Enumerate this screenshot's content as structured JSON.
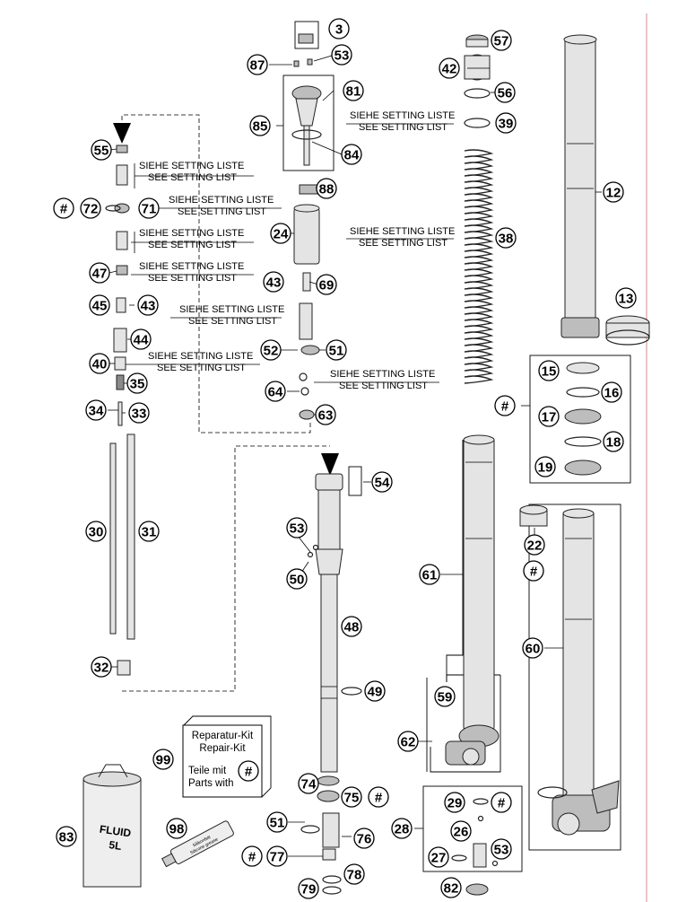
{
  "setting_note": {
    "de": "SIEHE SETTING LISTE",
    "en": "SEE SETTING LIST"
  },
  "hash_symbol": "#",
  "callouts": [
    {
      "id": "c3",
      "label": "3"
    },
    {
      "id": "c87",
      "label": "87"
    },
    {
      "id": "c53a",
      "label": "53"
    },
    {
      "id": "c81",
      "label": "81"
    },
    {
      "id": "c85",
      "label": "85"
    },
    {
      "id": "c84",
      "label": "84"
    },
    {
      "id": "c57",
      "label": "57"
    },
    {
      "id": "c42",
      "label": "42"
    },
    {
      "id": "c56",
      "label": "56"
    },
    {
      "id": "c39",
      "label": "39"
    },
    {
      "id": "c12",
      "label": "12"
    },
    {
      "id": "c55",
      "label": "55"
    },
    {
      "id": "c88",
      "label": "88"
    },
    {
      "id": "c72",
      "label": "72"
    },
    {
      "id": "c71",
      "label": "71"
    },
    {
      "id": "c24",
      "label": "24"
    },
    {
      "id": "c38",
      "label": "38"
    },
    {
      "id": "c47",
      "label": "47"
    },
    {
      "id": "c43a",
      "label": "43"
    },
    {
      "id": "c69",
      "label": "69"
    },
    {
      "id": "c45",
      "label": "45"
    },
    {
      "id": "c43b",
      "label": "43"
    },
    {
      "id": "c13",
      "label": "13"
    },
    {
      "id": "c44",
      "label": "44"
    },
    {
      "id": "c52",
      "label": "52"
    },
    {
      "id": "c51a",
      "label": "51"
    },
    {
      "id": "c40",
      "label": "40"
    },
    {
      "id": "c35",
      "label": "35"
    },
    {
      "id": "c15",
      "label": "15"
    },
    {
      "id": "c16",
      "label": "16"
    },
    {
      "id": "c64",
      "label": "64"
    },
    {
      "id": "c17",
      "label": "17"
    },
    {
      "id": "c34",
      "label": "34"
    },
    {
      "id": "c33",
      "label": "33"
    },
    {
      "id": "c63",
      "label": "63"
    },
    {
      "id": "c18",
      "label": "18"
    },
    {
      "id": "c19",
      "label": "19"
    },
    {
      "id": "c54",
      "label": "54"
    },
    {
      "id": "c22",
      "label": "22"
    },
    {
      "id": "c30",
      "label": "30"
    },
    {
      "id": "c31",
      "label": "31"
    },
    {
      "id": "c53b",
      "label": "53"
    },
    {
      "id": "c61",
      "label": "61"
    },
    {
      "id": "c50",
      "label": "50"
    },
    {
      "id": "c48",
      "label": "48"
    },
    {
      "id": "c60",
      "label": "60"
    },
    {
      "id": "c32",
      "label": "32"
    },
    {
      "id": "c49",
      "label": "49"
    },
    {
      "id": "c59",
      "label": "59"
    },
    {
      "id": "c62",
      "label": "62"
    },
    {
      "id": "c99",
      "label": "99"
    },
    {
      "id": "c74",
      "label": "74"
    },
    {
      "id": "c75",
      "label": "75"
    },
    {
      "id": "c29",
      "label": "29"
    },
    {
      "id": "c28",
      "label": "28"
    },
    {
      "id": "c51b",
      "label": "51"
    },
    {
      "id": "c76",
      "label": "76"
    },
    {
      "id": "c26",
      "label": "26"
    },
    {
      "id": "c83",
      "label": "83"
    },
    {
      "id": "c98",
      "label": "98"
    },
    {
      "id": "c77",
      "label": "77"
    },
    {
      "id": "c27",
      "label": "27"
    },
    {
      "id": "c53c",
      "label": "53"
    },
    {
      "id": "c78",
      "label": "78"
    },
    {
      "id": "c79",
      "label": "79"
    },
    {
      "id": "c82",
      "label": "82"
    }
  ],
  "repair_kit": {
    "title_de": "Reparatur-Kit",
    "title_en": "Repair-Kit",
    "parts_de": "Teile mit",
    "parts_en": "Parts with"
  },
  "fluid_can": {
    "line1": "FLUID",
    "line2": "5L"
  },
  "grease_tube": {
    "line1": "Silikonfett",
    "line2": "Silicone grease"
  }
}
